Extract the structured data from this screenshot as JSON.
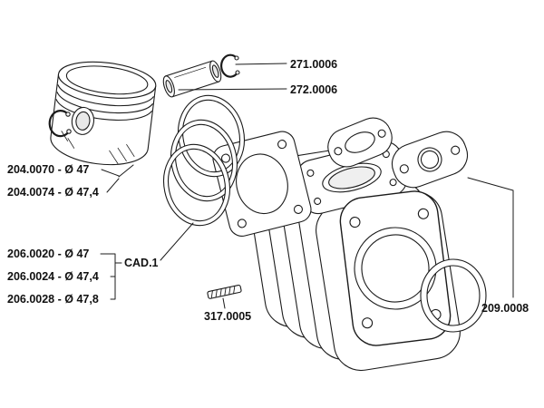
{
  "title": "Cylinder kit exploded parts diagram",
  "colors": {
    "ink": "#1b1b1b",
    "paper": "#ffffff"
  },
  "labels": {
    "pin_circlip": "271.0006",
    "piston_pin": "272.0006",
    "piston_a": "204.0070 - Ø 47",
    "piston_b": "204.0074 - Ø 47,4",
    "rings_a": "206.0020 - Ø 47",
    "rings_b": "206.0024 - Ø 47,4",
    "rings_c": "206.0028 - Ø 47,8",
    "cad": "CAD.1",
    "stud": "317.0005",
    "gasket_set": "209.0008"
  }
}
